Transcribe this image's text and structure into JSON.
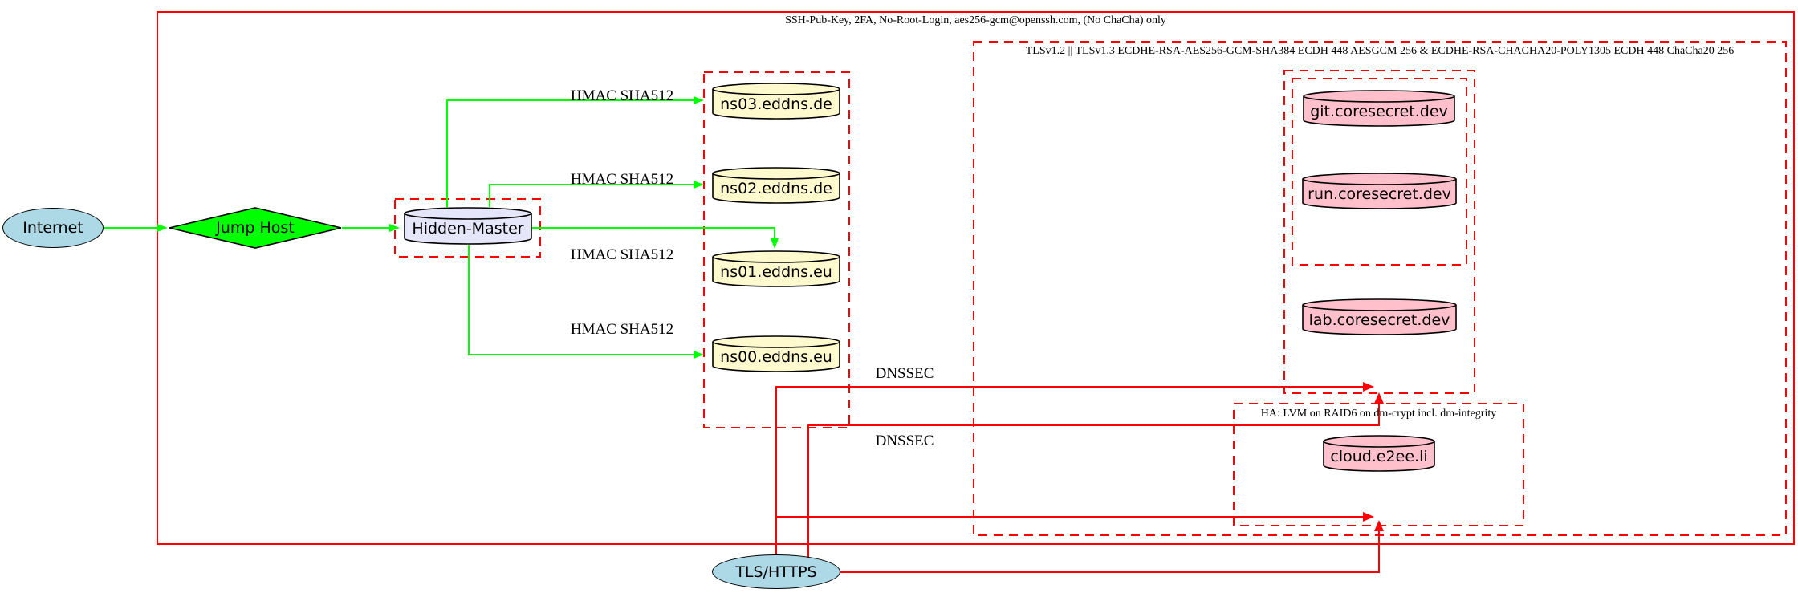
{
  "diagram": {
    "clusters": {
      "ssh": {
        "label": "SSH-Pub-Key, 2FA, No-Root-Login, aes256-gcm@openssh.com, (No ChaCha) only",
        "border_style": "solid"
      },
      "tls": {
        "label": "TLSv1.2 || TLSv1.3 ECDHE-RSA-AES256-GCM-SHA384 ECDH 448 AESGCM 256 & ECDHE-RSA-CHACHA20-POLY1305 ECDH 448 ChaCha20 256",
        "border_style": "dashed"
      },
      "ha": {
        "label": "HA: LVM on RAID6 on dm-crypt incl. dm-integrity",
        "border_style": "dashed"
      },
      "nameservers": {
        "label": "",
        "border_style": "dashed"
      },
      "coresecret_outer": {
        "label": "",
        "border_style": "dashed"
      },
      "coresecret_inner": {
        "label": "",
        "border_style": "dashed"
      },
      "hidden_master_box": {
        "label": "",
        "border_style": "dashed"
      }
    },
    "nodes": {
      "internet": {
        "label": "Internet",
        "shape": "ellipse",
        "fill": "#ADD8E6"
      },
      "jump_host": {
        "label": "Jump Host",
        "shape": "diamond",
        "fill": "#00FF00"
      },
      "hidden_master": {
        "label": "Hidden-Master",
        "shape": "cylinder",
        "fill": "#E6E6FA"
      },
      "ns03": {
        "label": "ns03.eddns.de",
        "shape": "cylinder",
        "fill": "#FFFACD"
      },
      "ns02": {
        "label": "ns02.eddns.de",
        "shape": "cylinder",
        "fill": "#FFFACD"
      },
      "ns01": {
        "label": "ns01.eddns.eu",
        "shape": "cylinder",
        "fill": "#FFFACD"
      },
      "ns00": {
        "label": "ns00.eddns.eu",
        "shape": "cylinder",
        "fill": "#FFFACD"
      },
      "git": {
        "label": "git.coresecret.dev",
        "shape": "cylinder",
        "fill": "#FFC0CB"
      },
      "run": {
        "label": "run.coresecret.dev",
        "shape": "cylinder",
        "fill": "#FFC0CB"
      },
      "lab": {
        "label": "lab.coresecret.dev",
        "shape": "cylinder",
        "fill": "#FFC0CB"
      },
      "cloud": {
        "label": "cloud.e2ee.li",
        "shape": "cylinder",
        "fill": "#FFC0CB"
      },
      "tls_https": {
        "label": "TLS/HTTPS",
        "shape": "ellipse",
        "fill": "#ADD8E6"
      }
    },
    "edge_labels": {
      "hmac1": "HMAC SHA512",
      "hmac2": "HMAC SHA512",
      "hmac3": "HMAC SHA512",
      "hmac4": "HMAC SHA512",
      "dnssec1": "DNSSEC",
      "dnssec2": "DNSSEC"
    },
    "colors": {
      "secure_edge_green": "#00FF00",
      "tls_edge_red": "#FF0000",
      "cluster_border_red": "#FF0000",
      "node_border": "#000000"
    }
  }
}
